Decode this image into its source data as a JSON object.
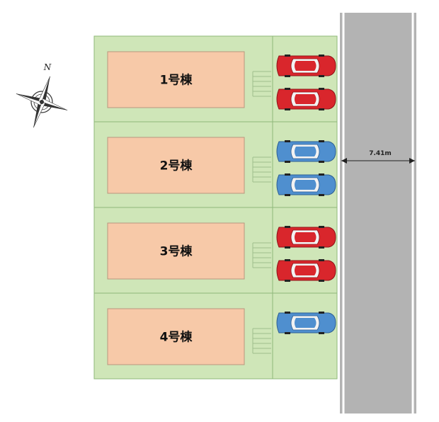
{
  "compass": {
    "label": "N",
    "icon": "compass-rose-icon"
  },
  "road": {
    "width_label": "7.41m",
    "color": "#b3b3b3",
    "edge_color": "#ffffff"
  },
  "lots": [
    {
      "label": "1号棟",
      "cars": [
        "red",
        "red"
      ]
    },
    {
      "label": "2号棟",
      "cars": [
        "blue",
        "blue"
      ]
    },
    {
      "label": "3号棟",
      "cars": [
        "red",
        "red"
      ]
    },
    {
      "label": "4号棟",
      "cars": [
        "blue"
      ]
    }
  ],
  "colors": {
    "lot_fill": "#cfe6b8",
    "lot_border": "#8fb87a",
    "house_fill": "#f7c9a8",
    "house_border": "#b8967e",
    "car_red": "#d9262c",
    "car_blue": "#4f8fcf"
  }
}
